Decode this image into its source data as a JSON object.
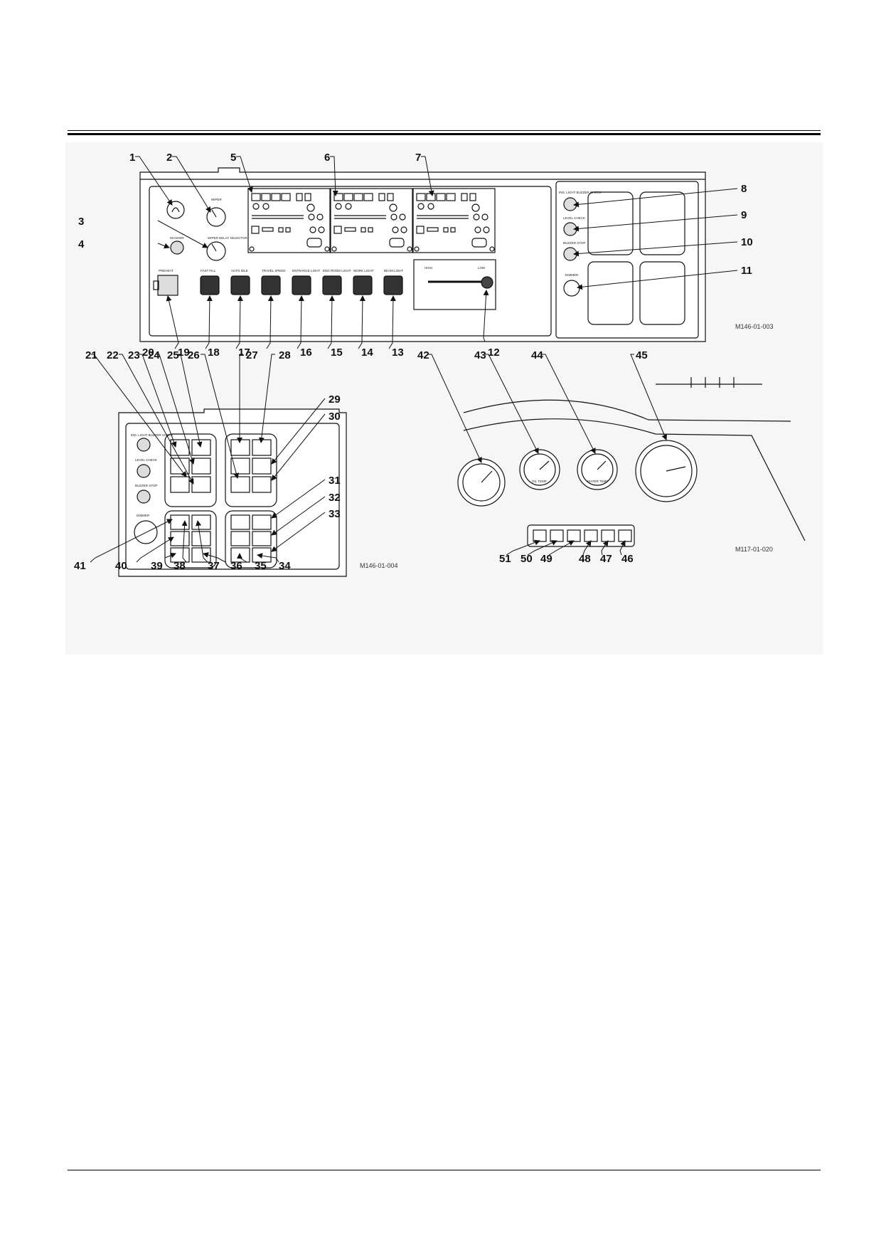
{
  "figure_top": {
    "caption": "M146-01-003",
    "callouts": {
      "n1": "1",
      "n2": "2",
      "n3": "3",
      "n4": "4",
      "n5": "5",
      "n6": "6",
      "n7": "7",
      "n8": "8",
      "n9": "9",
      "n10": "10",
      "n11": "11",
      "n12": "12",
      "n13": "13",
      "n14": "14",
      "n15": "15",
      "n16": "16",
      "n17": "17",
      "n18": "18",
      "n19": "19",
      "n20": "20"
    },
    "panel_labels": {
      "wiper": "WIPER",
      "washer": "WASHER",
      "wiper_delay": "WIPER DELAY SELECTOR",
      "preheat": "PREHEAT",
      "fast_fill": "FAST FILL",
      "auto_idle": "AUTO IDLE",
      "travel_speed": "TRAVEL SPEED",
      "entrance_light": "ENTRANCE LIGHT",
      "engine_room_light": "ENG ROOM LIGHT",
      "work_light": "WORK LIGHT",
      "beam_light": "BEAM LIGHT",
      "high": "HIGH",
      "low": "LOW",
      "ind_light_check": "IND. LIGHT BUZZER CHECK",
      "level_check": "LEVEL CHECK",
      "buzzer_stop": "BUZZER STOP",
      "dimmer": "DIMMER"
    }
  },
  "figure_bl": {
    "caption": "M146-01-004",
    "callouts": {
      "n21": "21",
      "n22": "22",
      "n23": "23",
      "n24": "24",
      "n25": "25",
      "n26": "26",
      "n27": "27",
      "n28": "28",
      "n29": "29",
      "n30": "30",
      "n31": "31",
      "n32": "32",
      "n33": "33",
      "n34": "34",
      "n35": "35",
      "n36": "36",
      "n37": "37",
      "n38": "38",
      "n39": "39",
      "n40": "40",
      "n41": "41"
    },
    "panel_labels": {
      "ind_light_check": "IND. LIGHT BUZZER CHECK",
      "level_check": "LEVEL CHECK",
      "buzzer_stop": "BUZZER STOP",
      "dimmer": "DIMMER"
    }
  },
  "figure_br": {
    "caption": "M117-01-020",
    "callouts": {
      "n42": "42",
      "n43": "43",
      "n44": "44",
      "n45": "45",
      "n46": "46",
      "n47": "47",
      "n48": "48",
      "n49": "49",
      "n50": "50",
      "n51": "51"
    },
    "gauge_labels": {
      "oil_temp": "OIL TEMP",
      "water_temp": "WATER TEMP"
    }
  }
}
